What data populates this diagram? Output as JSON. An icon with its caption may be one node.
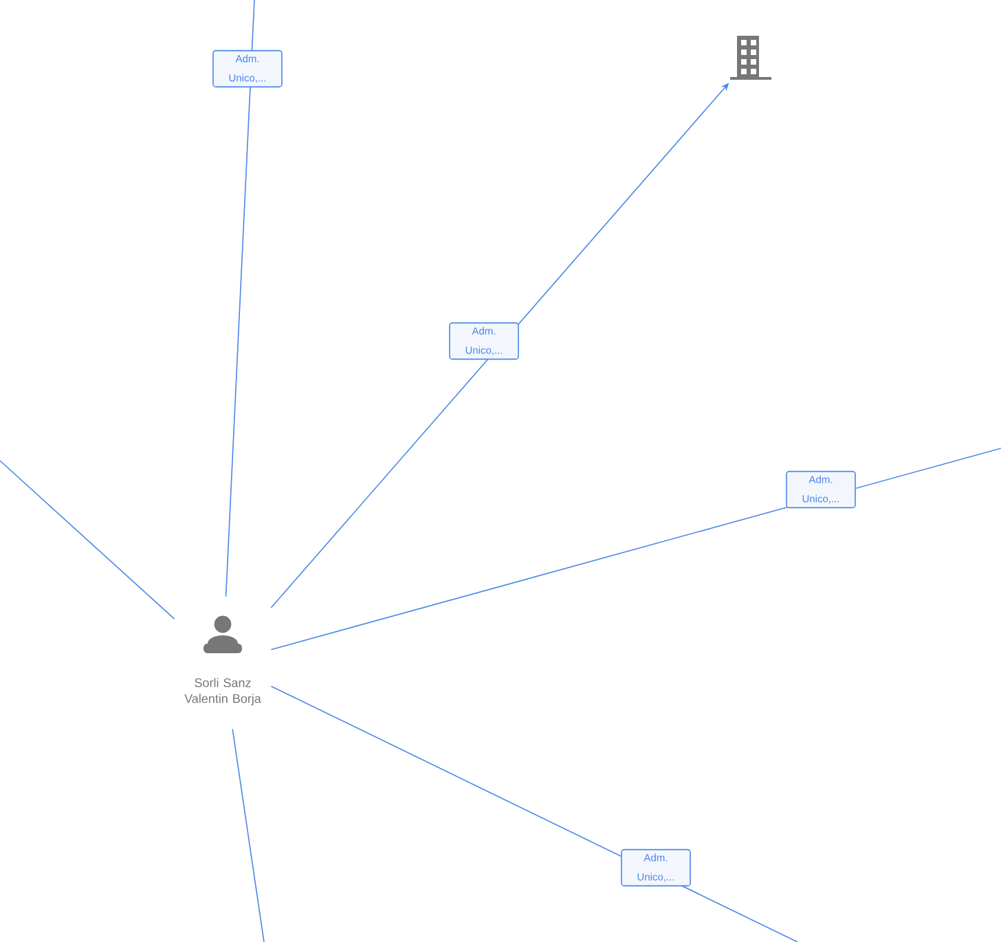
{
  "diagram": {
    "nodes": [
      {
        "text": [
          "Sorli Sanz Valentin Borja"
        ]
      },
      {
        "text": [],
        "shape": "building"
      }
    ],
    "edges": [
      {
        "from": 0,
        "to": null,
        "arrow": "none",
        "label": "Adm. Unico,..."
      },
      {
        "from": 0,
        "to": 1,
        "arrow": "to",
        "label": "Adm. Unico,..."
      },
      {
        "from": 0,
        "to": null,
        "arrow": "none"
      },
      {
        "from": 0,
        "to": null,
        "arrow": "none",
        "label": "Adm. Unico,..."
      },
      {
        "from": 0,
        "to": null,
        "arrow": "none",
        "label": "Adm. Unico,..."
      },
      {
        "from": 0,
        "to": null,
        "arrow": "none"
      }
    ]
  }
}
